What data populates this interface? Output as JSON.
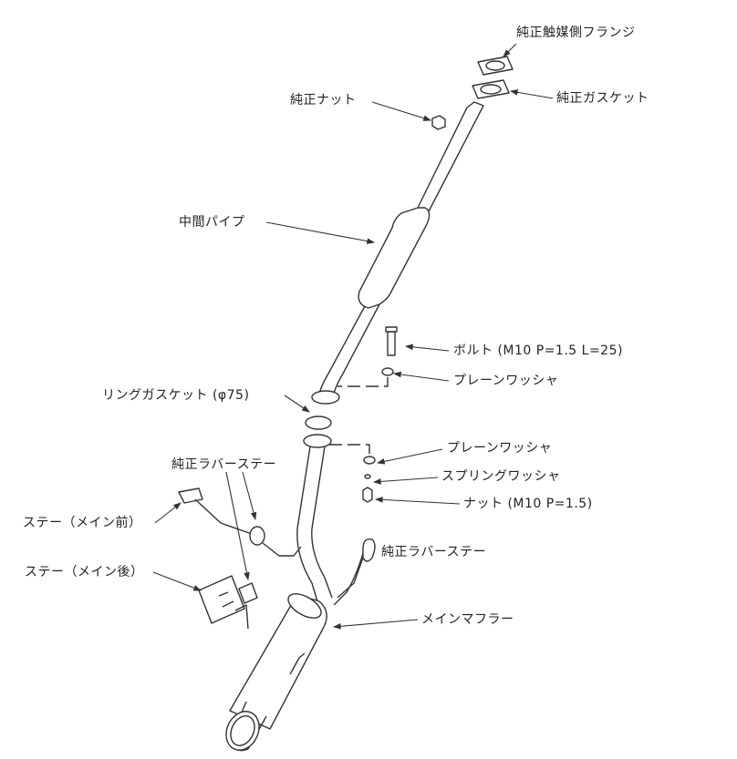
{
  "labels": {
    "oem_cat_flange": "純正触媒側フランジ",
    "oem_gasket": "純正ガスケット",
    "oem_nut": "純正ナット",
    "mid_pipe": "中間パイプ",
    "bolt": "ボルト (M10 P=1.5 L=25)",
    "plain_washer_1": "プレーンワッシャ",
    "ring_gasket": "リングガスケット (φ75)",
    "plain_washer_2": "プレーンワッシャ",
    "spring_washer": "スプリングワッシャ",
    "nut": "ナット (M10 P=1.5)",
    "oem_rubber_stay_left": "純正ラバーステー",
    "stay_main_front": "ステー（メイン前）",
    "oem_rubber_stay_right": "純正ラバーステー",
    "stay_main_rear": "ステー（メイン後）",
    "main_muffler": "メインマフラー"
  },
  "colors": {
    "line": "#333333",
    "background": "#ffffff"
  }
}
